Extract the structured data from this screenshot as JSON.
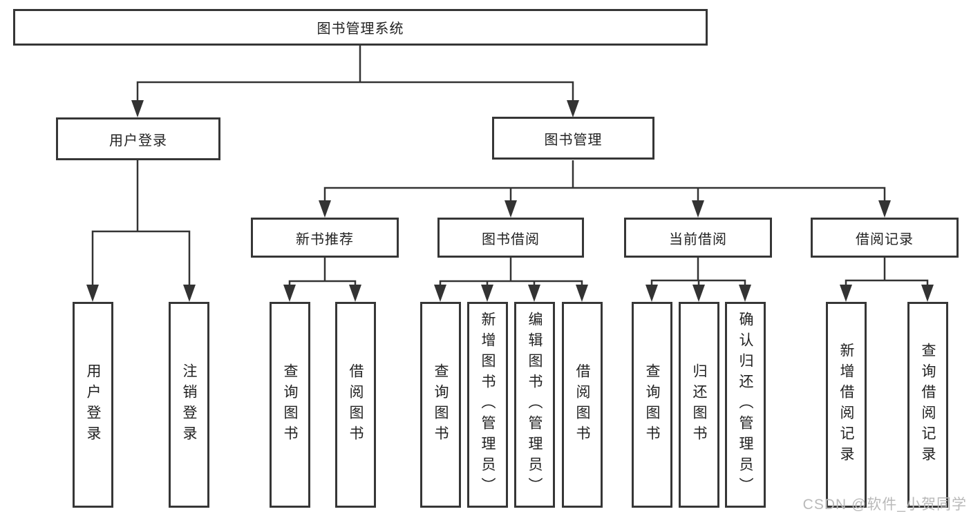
{
  "diagram": {
    "root": {
      "label": "图书管理系统"
    },
    "level2": [
      {
        "label": "用户登录"
      },
      {
        "label": "图书管理"
      }
    ],
    "level3": [
      {
        "label": "新书推荐"
      },
      {
        "label": "图书借阅"
      },
      {
        "label": "当前借阅"
      },
      {
        "label": "借阅记录"
      }
    ],
    "leaves": {
      "user_login": [
        "用户登录",
        "注销登录"
      ],
      "new_book": [
        "查询图书",
        "借阅图书"
      ],
      "book_borrow": [
        "查询图书",
        "新增图书（管理员）",
        "编辑图书（管理员）",
        "借阅图书"
      ],
      "current_borrow": [
        "查询图书",
        "归还图书",
        "确认归还（管理员）"
      ],
      "borrow_records": [
        "新增借阅记录",
        "查询借阅记录"
      ]
    }
  },
  "watermark": "CSDN @软件_小贺同学",
  "colors": {
    "line": "#333333",
    "box_border": "#363636",
    "text": "#222222",
    "watermark": "#b9b9b9",
    "background": "#ffffff"
  }
}
